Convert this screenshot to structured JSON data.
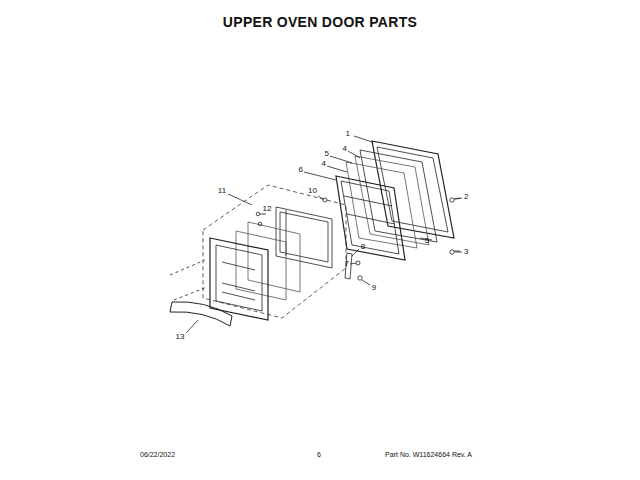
{
  "diagram": {
    "title": "UPPER OVEN DOOR PARTS",
    "labels": [
      "1",
      "2",
      "3",
      "4",
      "4",
      "5",
      "5",
      "6",
      "7",
      "8",
      "9",
      "10",
      "11",
      "12",
      "13",
      "06/22/2022",
      "6",
      "Part No. W11624664 Rev. A"
    ]
  }
}
